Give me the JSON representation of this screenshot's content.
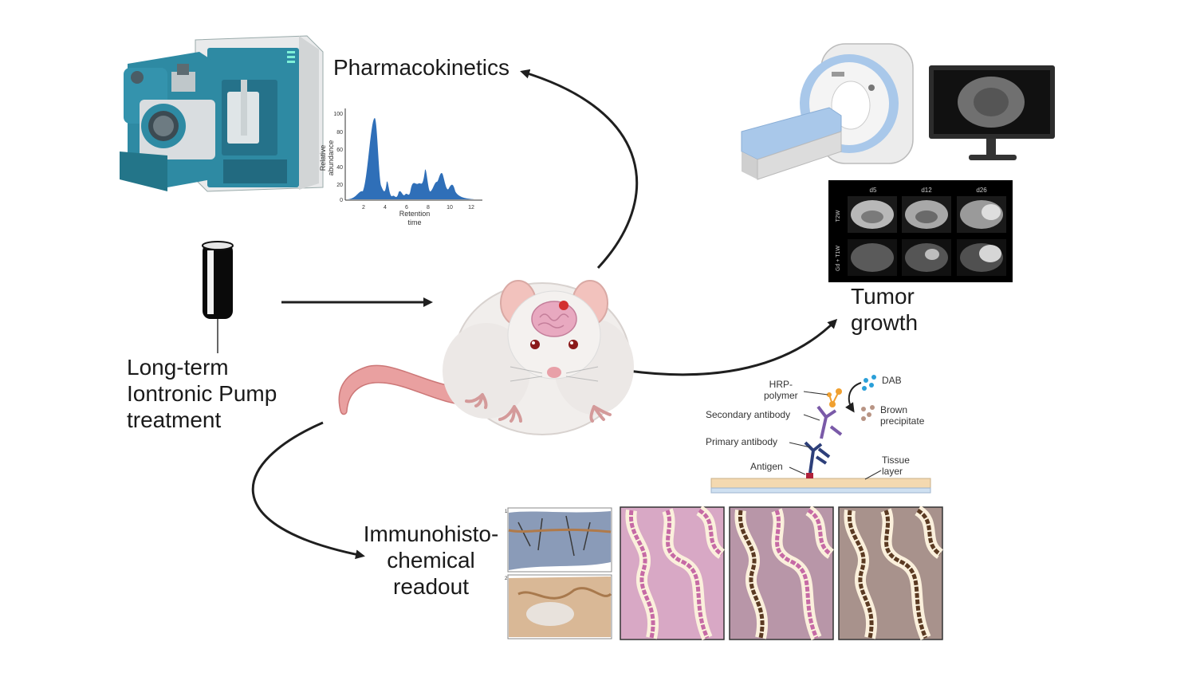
{
  "labels": {
    "pharmacokinetics": "Pharmacokinetics",
    "pump_line1": "Long-term",
    "pump_line2": "Iontronic Pump",
    "pump_line3": "treatment",
    "tumor_line1": "Tumor",
    "tumor_line2": "growth",
    "ihc_line1": "Immunohisto-",
    "ihc_line2": "chemical",
    "ihc_line3": "readout"
  },
  "chromatogram": {
    "ylabel_line1": "Relative",
    "ylabel_line2": "abundance",
    "xlabel_line1": "Retention",
    "xlabel_line2": "time",
    "y_ticks": [
      "0",
      "20",
      "40",
      "60",
      "80",
      "100"
    ],
    "x_ticks": [
      "2",
      "4",
      "6",
      "8",
      "10",
      "12"
    ]
  },
  "mri": {
    "columns": [
      "d5",
      "d12",
      "d26"
    ],
    "row1_label": "T2W",
    "row2_label": "Gd + T1W"
  },
  "ihc_schematic": {
    "hrp_line1": "HRP-",
    "hrp_line2": "polymer",
    "secondary": "Secondary antibody",
    "primary": "Primary antibody",
    "antigen": "Antigen",
    "dab": "DAB",
    "brown_line1": "Brown",
    "brown_line2": "precipitate",
    "tissue_line1": "Tissue",
    "tissue_line2": "layer"
  },
  "slide_labels": [
    "1",
    "2"
  ],
  "colors": {
    "arrow": "#1f1f1f",
    "instrument_teal": "#2e8aa3",
    "chromatogram_fill": "#2f6fb8",
    "stain_pink": "#c66aa5",
    "stain_brown": "#5b3a22"
  }
}
